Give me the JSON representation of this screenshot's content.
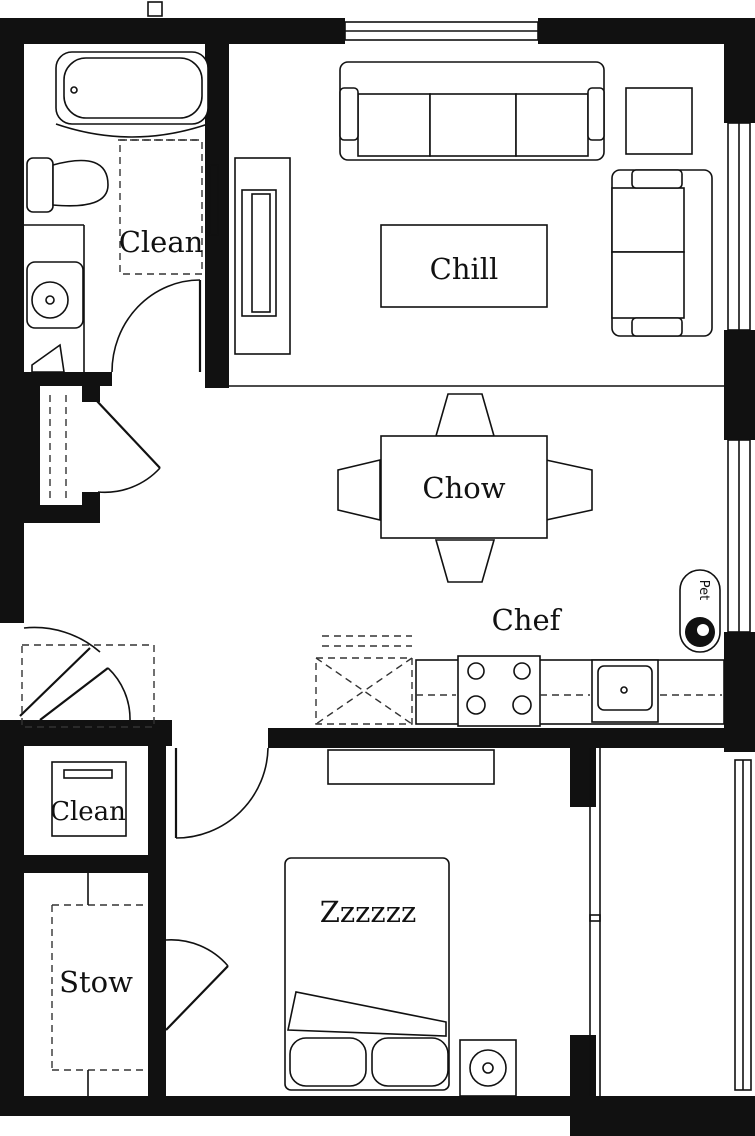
{
  "rooms": {
    "bath_closet": "Clean",
    "living": "Chill",
    "dining": "Chow",
    "kitchen": "Chef",
    "laundry": "Clean",
    "storage": "Stow",
    "bedroom": "Zzzzzz"
  },
  "pet_station": {
    "label": "Pet"
  }
}
